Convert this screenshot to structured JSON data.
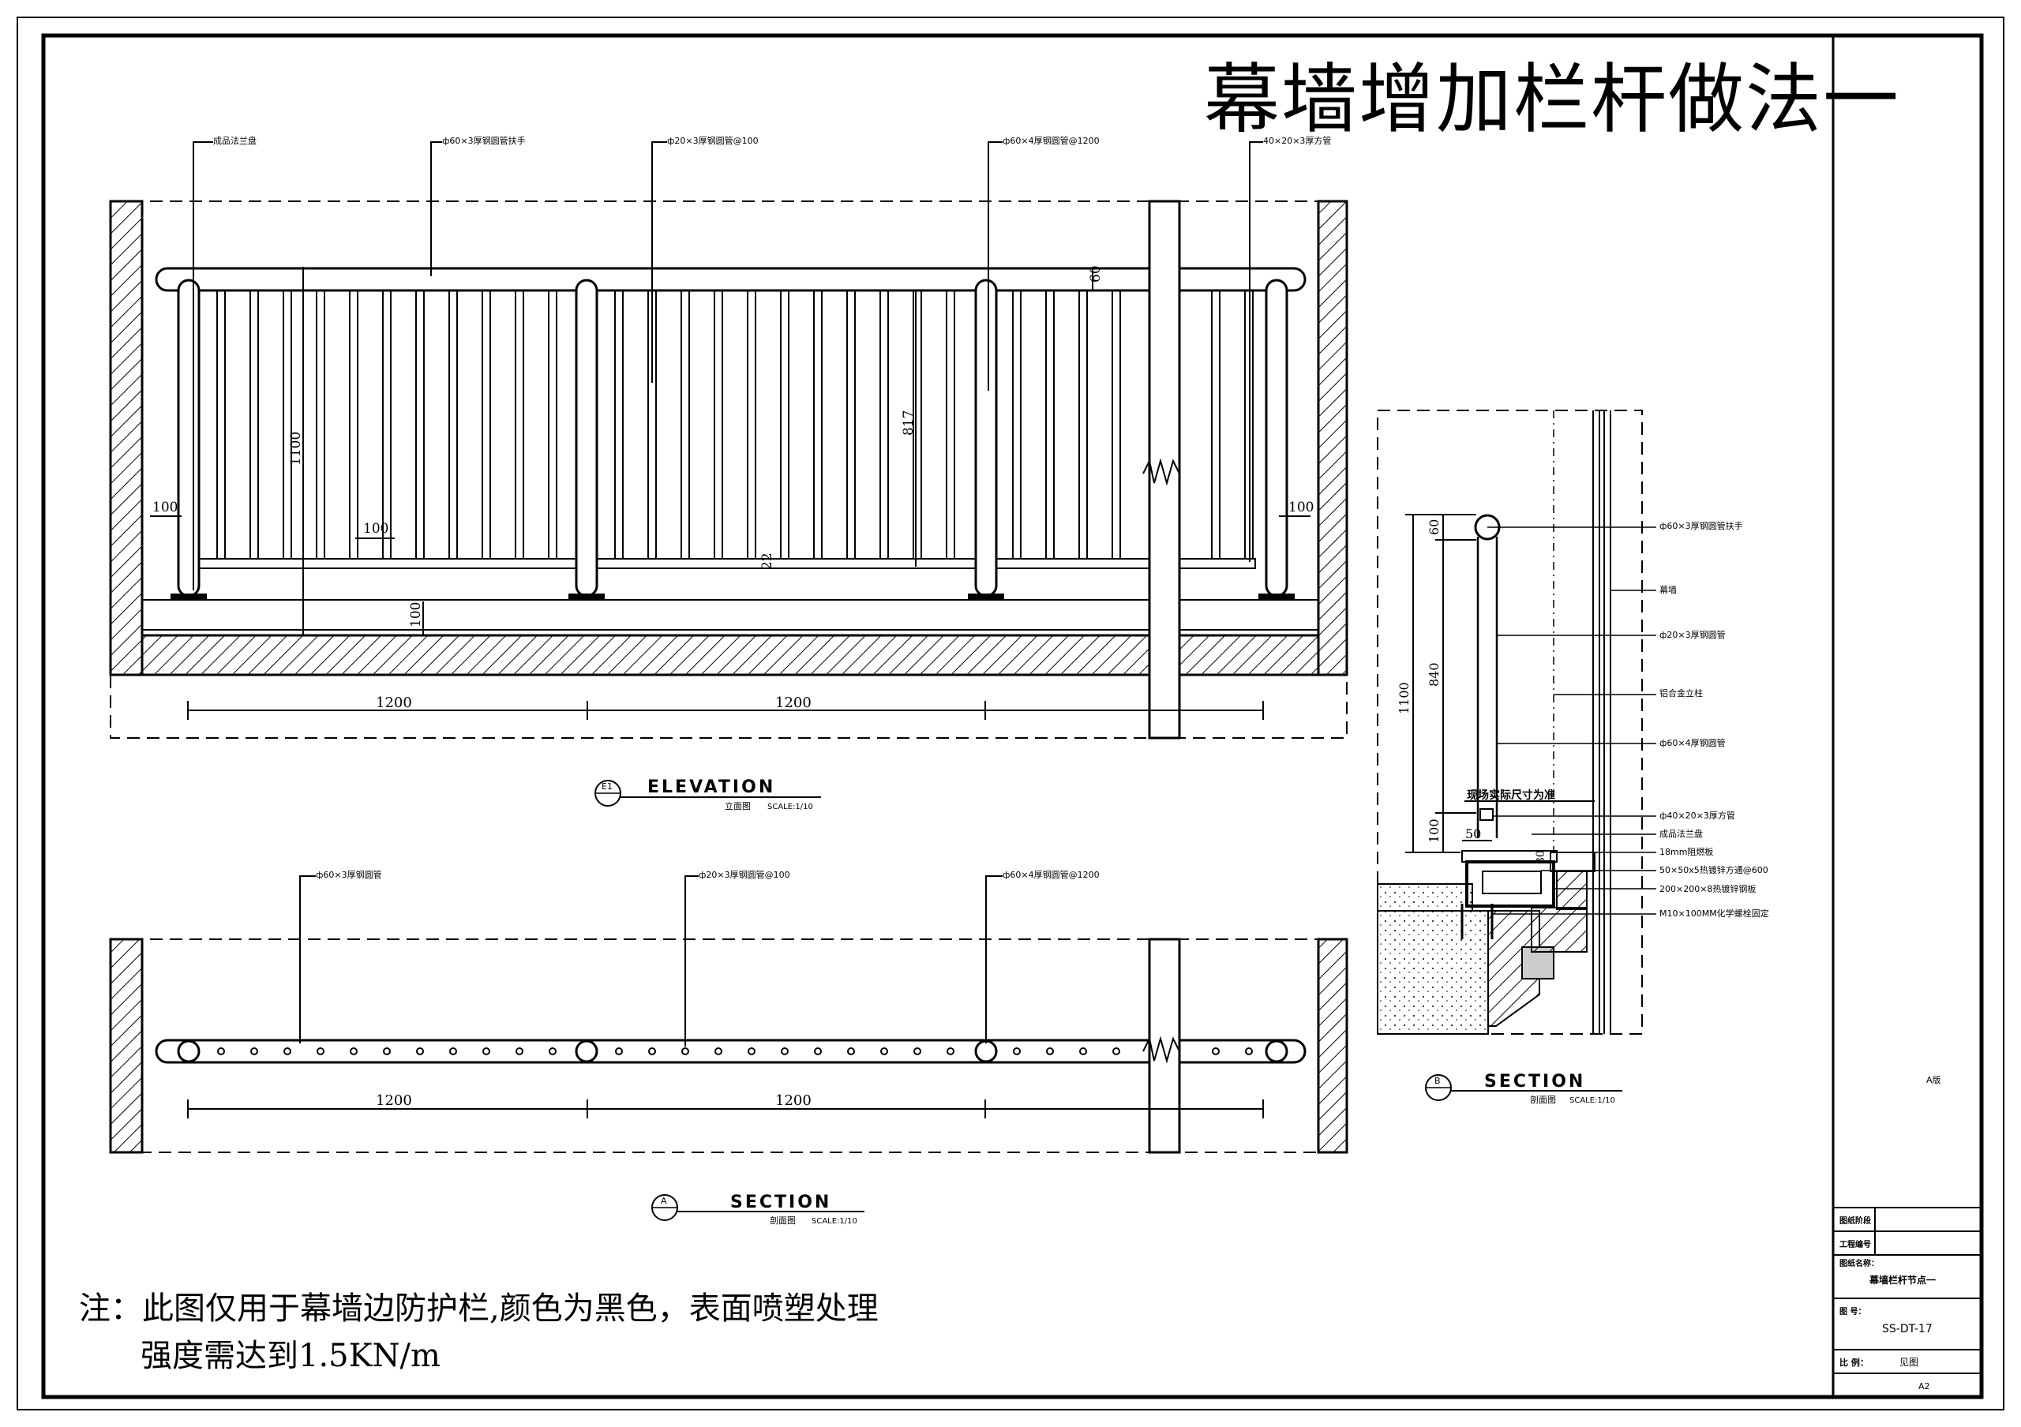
{
  "title": "幕墙增加栏杆做法一",
  "elevation": {
    "mark": "E1",
    "label": "ELEVATION",
    "sublabel": "立面图",
    "scale": "SCALE:1/10",
    "callouts": [
      "成品法兰盘",
      "ф60×3厚钢圆管扶手",
      "ф20×3厚钢圆管@100",
      "ф60×4厚钢圆管@1200",
      "40×20×3厚方管"
    ],
    "dims": {
      "d60": "60",
      "d1100": "1100",
      "d817": "817",
      "d100_left": "100",
      "d100_mid": "100",
      "d100_right": "100",
      "d100_bottom": "100",
      "d22": "22",
      "d1200_a": "1200",
      "d1200_b": "1200"
    }
  },
  "section_a": {
    "mark": "A",
    "label": "SECTION",
    "sublabel": "剖面图",
    "scale": "SCALE:1/10",
    "callouts": [
      "ф60×3厚钢圆管",
      "ф20×3厚钢圆管@100",
      "ф60×4厚钢圆管@1200"
    ],
    "dims": {
      "d1200_a": "1200",
      "d1200_b": "1200"
    }
  },
  "section_b": {
    "mark": "B",
    "label": "SECTION",
    "sublabel": "剖面图",
    "scale": "SCALE:1/10",
    "callouts": [
      "ф60×3厚钢圆管扶手",
      "幕墙",
      "ф20×3厚钢圆管",
      "铝合金立柱",
      "ф60×4厚钢圆管",
      "ф40×20×3厚方管",
      "成品法兰盘",
      "18mm阻燃板",
      "50×50x5热镀锌方通@600",
      "200×200×8热镀锌钢板",
      "M10×100MM化学螺栓固定"
    ],
    "site_note": "现场实际尺寸为准",
    "dims": {
      "d60": "60",
      "d1100": "1100",
      "d840": "840",
      "d100": "100",
      "d50": "50",
      "d30": "30"
    }
  },
  "notes": {
    "line1": "注：此图仅用于幕墙边防护栏,颜色为黑色，表面喷塑处理",
    "line2": "强度需达到1.5KN/m"
  },
  "title_block": {
    "version": "A版",
    "stage_label": "图纸阶段",
    "project_no_label": "工程编号",
    "drawing_name_label": "图纸名称：",
    "drawing_name": "幕墙栏杆节点一",
    "drawing_no_label": "图 号：",
    "drawing_no": "SS-DT-17",
    "scale_label": "比 例：",
    "scale_value": "见图",
    "paper_size": "A2"
  }
}
